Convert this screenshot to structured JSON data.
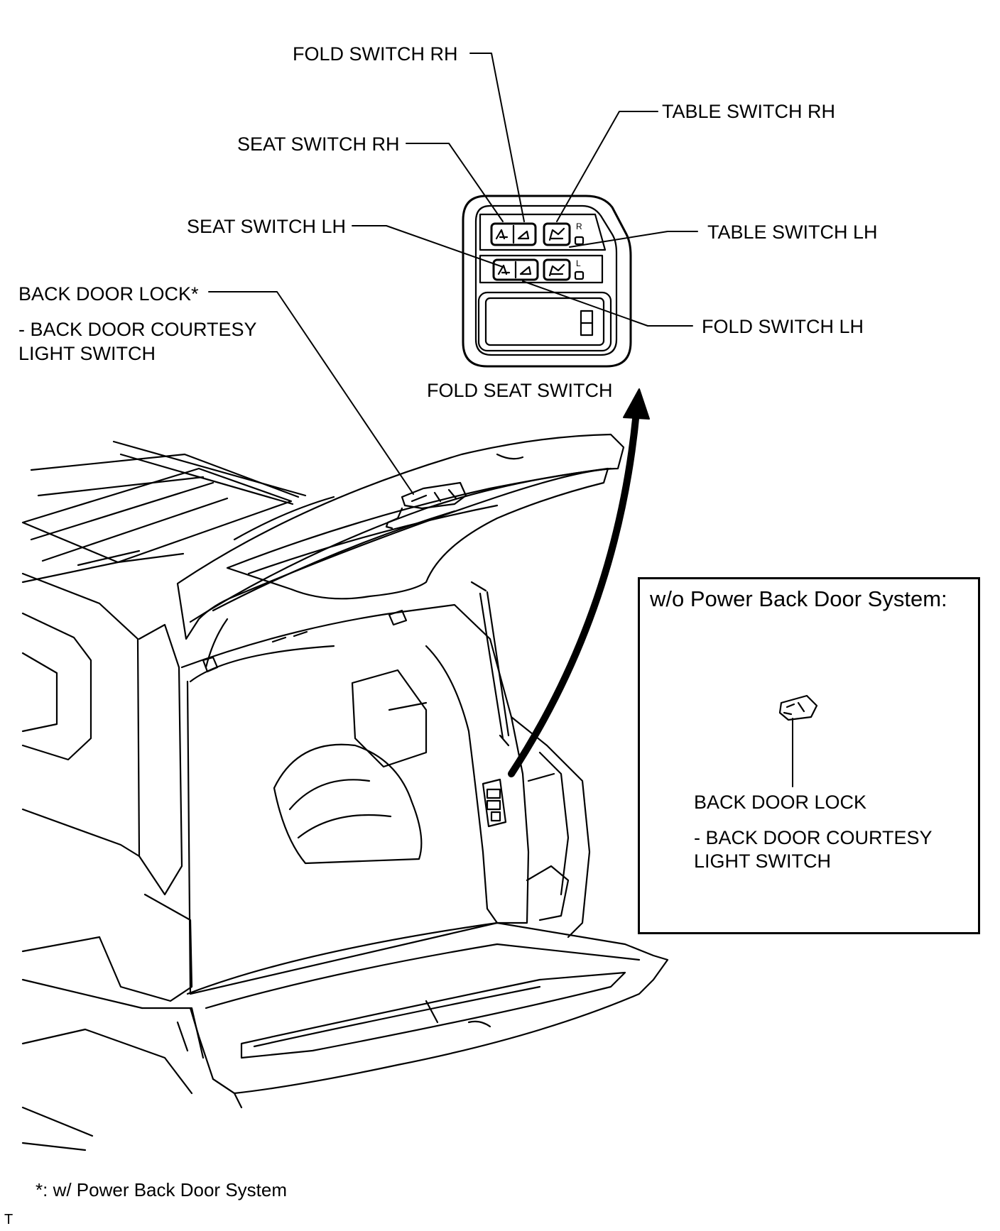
{
  "labels": {
    "fold_switch_rh": "FOLD SWITCH RH",
    "table_switch_rh": "TABLE SWITCH RH",
    "seat_switch_rh": "SEAT SWITCH RH",
    "seat_switch_lh": "SEAT SWITCH LH",
    "table_switch_lh": "TABLE SWITCH LH",
    "back_door_lock": "BACK DOOR LOCK*",
    "courtesy_line1": "- BACK DOOR COURTESY",
    "courtesy_line2": "LIGHT SWITCH",
    "fold_switch_lh": "FOLD SWITCH LH",
    "fold_seat_switch": "FOLD SEAT SWITCH"
  },
  "switch_panel": {
    "upper_row_mark": "R",
    "lower_row_mark": "L"
  },
  "inset": {
    "title": "w/o Power Back Door System:",
    "lock_label": "BACK DOOR LOCK",
    "courtesy_line1": "- BACK DOOR COURTESY",
    "courtesy_line2": "LIGHT SWITCH"
  },
  "footnote": "*: w/ Power Back Door System",
  "corner_mark": "T",
  "colors": {
    "line": "#000000",
    "background": "#ffffff"
  }
}
